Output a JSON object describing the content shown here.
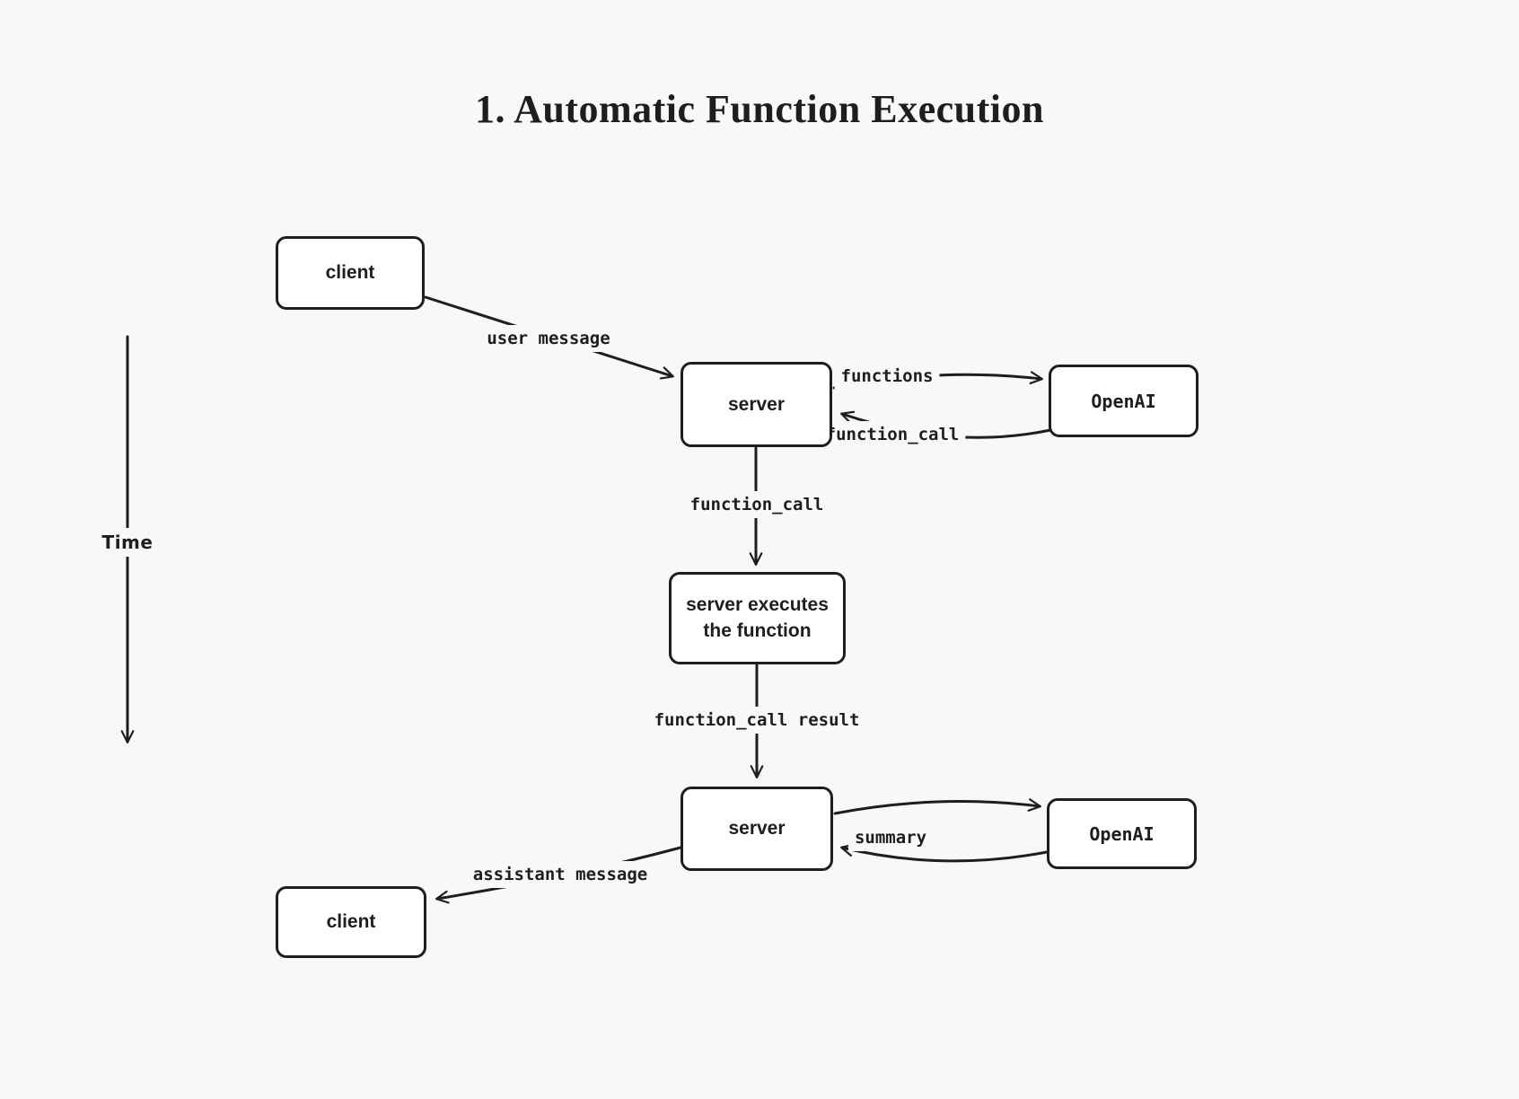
{
  "title": "1. Automatic Function Execution",
  "colors": {
    "background": "#f7f8f9",
    "ink": "#1e1e1e",
    "node_fill": "#ffffff"
  },
  "time_axis": {
    "label": "Time"
  },
  "nodes": {
    "client_top": {
      "label": "client"
    },
    "server_top": {
      "label": "server"
    },
    "openai_top": {
      "label": "OpenAI"
    },
    "executor": {
      "label": "server executes\nthe function"
    },
    "server_bottom": {
      "label": "server"
    },
    "openai_bottom": {
      "label": "OpenAI"
    },
    "client_bottom": {
      "label": "client"
    }
  },
  "edges": {
    "user_message": "user message",
    "functions": "functions",
    "function_call_response": "function_call",
    "function_call_down": "function_call",
    "function_call_result": "function_call result",
    "summary": "summary",
    "assistant_message": "assistant message"
  }
}
